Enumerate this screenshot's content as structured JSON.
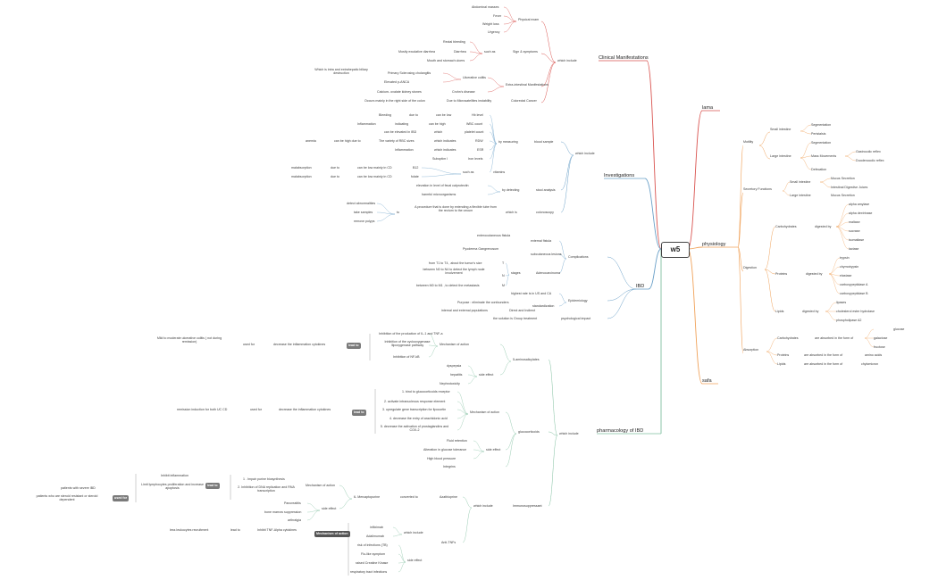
{
  "root": "w5",
  "branches": {
    "lama": "lama",
    "safa": "safa",
    "physiology": "physiology",
    "ibd": "IBD",
    "pharmacology": "pharmacology of IBD",
    "clinical": "Clinical Manifestations",
    "investigations": "Investigations"
  },
  "physiology": {
    "motility": "Motility",
    "small_intestine": "Small intestine",
    "segmentation": "Segmentation",
    "peristalsis": "Peristalsis",
    "large_intestine": "Large intestine",
    "segmentation2": "Segmentation",
    "mass_movements": "Mass Movements",
    "gastrocolic": "Gastrocolic reflex",
    "duodenocolic": "Duodenocolic reflex",
    "defecation": "Defecation",
    "secretory": "Secretory Functions",
    "small_intestine2": "Small intestine",
    "mucus_secretion": "Mucus Secretion",
    "intestinal_juices": "Intestinal Digestive Juices",
    "large_intestine2": "Large intestine",
    "mucus_secretion2": "Mucus Secretion",
    "digestion": "Digestion",
    "carbohydrates": "Carbohydrates",
    "digested_by": "digested by",
    "alpha_amylase": "alpha amylase",
    "alpha_dextrinase": "alpha dextrinase",
    "maltase": "maltase",
    "sucrase": "sucrase",
    "isomaltase": "isomaltase",
    "lactase": "lactase",
    "proteins": "Proteins",
    "digested_by2": "digested by",
    "trypsin": "trypsin",
    "chymotrypsin": "chymotrypsin",
    "elastase": "elastase",
    "carboxypeptidase_a": "carboxypeptidase A",
    "carboxypeptidase_b": "carboxypeptidase B",
    "lipids": "Lipids",
    "digested_by3": "digested by",
    "lipases": "lipases",
    "cholesterol_ester": "cholesterol ester hydrolase",
    "phospholipase": "phospholipase A2",
    "absorption": "Absorption",
    "carbohydrates2": "Carbohydrates",
    "absorbed_form": "are absorbed in the form of",
    "glucose": "glucose",
    "galactose": "galactose",
    "fructose": "fructose",
    "proteins2": "Proteins",
    "absorbed_form2": "are absorbed in the form of",
    "amino_acids": "amino acids",
    "lipids2": "Lipids",
    "absorbed_form3": "are absorbed in the form of",
    "chylomicron": "chylomicron"
  },
  "clinical": {
    "which_include": "which include",
    "physical_exam": "Physical exam",
    "abdominal_masses": "Abdominal masses",
    "fever": "Fever",
    "weight_loss": "Weight loss",
    "urgency": "Urgency",
    "sign_symptoms": "Sign & symptoms",
    "such_as": "such as",
    "rectal_bleeding": "Rectal bleeding",
    "diarrhea": "Diarrhea",
    "mostly_diarrhea": "Mostly exudative diarrhea",
    "mouth_ulcers": "Mouth and stomach ulcers",
    "extra_intestinal": "Extra-intestinal Manifestations",
    "psc_note": "Which is intra and extrahepatic biliary destruction",
    "psc": "Primary Sclerosing cholangitis",
    "ulcerative_colitis": "Ulcerative colitis",
    "panca": "Elevated p-ANCA",
    "oxalate": "Calcium- oxalate kidney stones",
    "crohns": "Crohn's disease",
    "colon_note": "Occurs mainly in the right side of the colon",
    "malabsorption": "Due to Microsatellites instability",
    "colorectal": "Colorectal Cancer"
  },
  "investigations": {
    "which_include": "which include",
    "blood_sample": "blood sample",
    "by_measuring": "by measuring",
    "bleeding": "Bleeding",
    "due_to": "due to",
    "can_be_low": "can be low",
    "hb": "Hb level",
    "inflammation": "Inflammation",
    "indicating": "indicating",
    "can_be_high": "can be high",
    "wbc": "WBC count",
    "elevated_ibd": "can be elevated in IBD",
    "which": "which",
    "platelet": "platelet count",
    "anemia": "anemia",
    "can_be_high_due": "can be high due to",
    "variety_rbc": "The variety of RBC sizes",
    "which_indicates": "which indicates",
    "rdw": "RDW",
    "inflammation2": "Inflammation",
    "which_indicates2": "which indicates",
    "esr": "ESR",
    "subopt": "Suboptim l",
    "iron": "Iron levels",
    "vitamins": "vitamins",
    "such_as": "such as",
    "malabsorption": "malabsorption",
    "due_to2": "due to",
    "low_cd": "can be low mainly in CD",
    "b12": "B12",
    "malabsorption2": "malabsorption",
    "due_to3": "due to",
    "low_cd2": "can be low mainly in CD",
    "folate": "folate",
    "stool": "stool analysis",
    "by_detecting": "by detecting",
    "calprotectin": "elevation in level of fecal calprotectin",
    "microorganisms": "harmful microorganisms",
    "colonoscopy": "colonoscopy",
    "which_is": "which is",
    "colonoscopy_def": "A procedure that is done by extending a flexible tube from the rectum to the cecum",
    "to": "to",
    "detect": "detect abnormalities",
    "samples": "take samples",
    "polyps": "remove polyps"
  },
  "ibd": {
    "complications": "Complications",
    "enterocutaneous": "enterocutaneous fistula",
    "external_fistula": "external fistula",
    "pyoderma": "Pyoderma Gangrenosum",
    "subcutaneous": "subcutaneous lesions",
    "adenocarcinoma": "Adenocarcinoma",
    "stages": "stages",
    "t": "T",
    "t_desc": "from T1 to T4 , about the tumor's size",
    "n": "N",
    "n_desc": "between N0 to N4 to detect the lymph node involvement",
    "m": "M",
    "m_desc": "between M0 to M1 , to detect the metastasis",
    "epidemiology": "Epidemiology",
    "highest": "highest rate is in US and CA",
    "psych": "psychological impact",
    "standardization": "standardization",
    "purpose": "Purpose : eliminate the confounders",
    "direct": "Direct and Indirect",
    "populations": "internal and external populations",
    "solution": "the solution is Group treatment"
  },
  "pharm": {
    "which_include": "which include",
    "aminosalicylates": "5-aminosalicylates",
    "moa": "Mechanism of action",
    "lead_to": "lead to",
    "nfkb_inhib": "Inhibition of the production of IL-1 and TNF-a",
    "cox_inhib": "Inhibition of the cyclooxygenase /lipoxygenase pathway",
    "nfkb": "Inhibition of NF-kB",
    "decrease_cyt": "decrease the inflammation cytokines",
    "used_for": "used for",
    "mild_uc": "Mild to moderate ulcerative colitis ( not during remission)",
    "side_effect": "side effect",
    "dyspepsia": "dyspepsia",
    "hepatitis": "hepatitis",
    "nephrotoxicity": "Nephrotoxicity",
    "glucocorticoids": "glucocorticoids",
    "moa2": "Mechanism of action",
    "gc1": "1. bind to glucocorticoids receptor",
    "gc2": "2. activate intranucleous response element",
    "gc3": "3. upregulate gene transcription for lipocortin",
    "gc4": "4. decrease the entry of arachidonic acid",
    "gc5": "5. decrease the activation of prostaglandins and COX-2",
    "lead_to2": "lead to",
    "decrease_cyt2": "decrease the inflammation cytokines",
    "used_for2": "used for",
    "remission": "remission induction for both UC CD",
    "side_effect2": "side effect",
    "fluid": "Fluid retention",
    "glucose_tol": "Alteration in glucose tolerance",
    "bp": "High blood pressure",
    "integrins": "Integrins",
    "immunosuppressant": "Immunosuppressant",
    "azathioprine": "Azathioprine",
    "converted_to": "converted to",
    "mercaptopurine": "6- Mercaptopurine",
    "moa3": "Mechanism of action",
    "imp1": "1 . Impair purine biosynthesis",
    "imp2": "2. Inhibition of DNA replication and RNA transcription",
    "lead_to3": "lead to",
    "inhibit_infl": "Inhibit inflammation",
    "limit_lymph": "Limit lymphocytes proliferation and increase apoptosis",
    "used_for3": "used for",
    "severe_ibd": "patients with severe IBD",
    "steroid_res": "patients who are steroid resistant or steroid dependent",
    "side_effect3": "side effect",
    "pancreatitis": "Pancreatitis",
    "bone_marrow": "bone marrow suppression",
    "arthralgia": "arthralgia",
    "anti_tnf": "Anti-TNFs",
    "which_include2": "which include",
    "infliximab": "infliximab",
    "adalimumab": "Adalimumab",
    "moa4": "Mechanism of action",
    "inhibit_tnf": "Inhibit TNF-Alpha cytokines",
    "lead_to4": "lead to",
    "leukocytes": "less leukocytes recruitment",
    "side_effect4": "side effect",
    "risk_inf": "risk of infections (TB)",
    "flu": "Flu-like symptom",
    "ck": "raised Creatine Kinase",
    "resp": "respiratory tract infections"
  }
}
